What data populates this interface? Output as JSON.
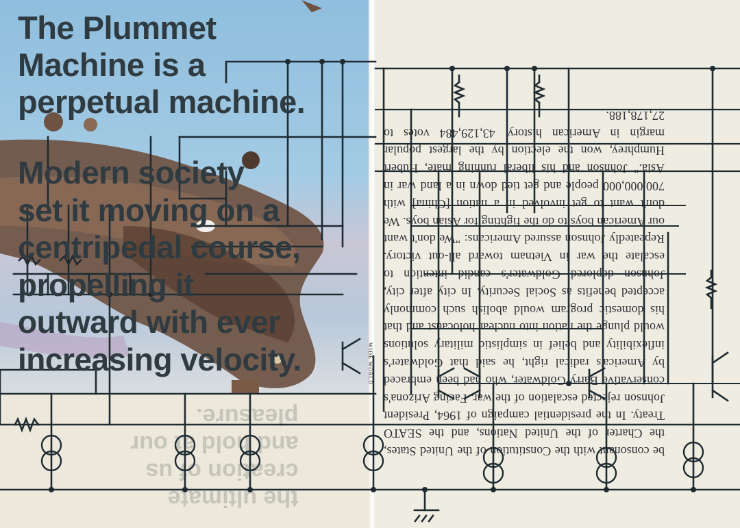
{
  "headline": {
    "line1": "The Plummet",
    "line2": "Machine is a",
    "line3": "perpetual machine."
  },
  "subhead": {
    "line1": "Modern society",
    "line2": "set it moving on a",
    "line3": "centripedal course,",
    "line4": "propelling it",
    "line5": "outward with ever",
    "line6": "increasing velocity."
  },
  "photo_credit": "WIDE WORLD",
  "article_text": "be consonant with the Constitution of the United States, the Charter of the United Nations, and the SEATO Treaty. In the presidential campaign of 1964, President Johnson rejected escalation of the war. Facing Arizona's conservative Barry Goldwater, who had been embraced by America's radical right, he said that Goldwater's inflexibility and belief in simplistic military solutions would plunge the nation into nuclear holocaust and that his domestic program would abolish such commonly accepted benefits as Social Security. In city after city, Johnson deplored Goldwater's candid intention to escalate the war in Vietnam toward all-out victory. Repeatedly Johnson assured Americans: \"We don't want our American boys to do the fighting for Asian boys. We don't want to get involved in a nation [China] with 700,000,000 people and get tied down in a land war in Asia.\" Johnson and his liberal running mate, Hubert Humphrey, won the election by the largest popular margin in American history, 43,129,484 votes to 27,178,188.",
  "ghost_text": "the ultimate\ncreation of us\nand hold at our\npleasure.",
  "colors": {
    "ink": "#2f3b40",
    "circuit": "#1f2b31",
    "sky": "#9cc6e1",
    "paper": "#efece2",
    "wing": "#6b4e3c"
  }
}
